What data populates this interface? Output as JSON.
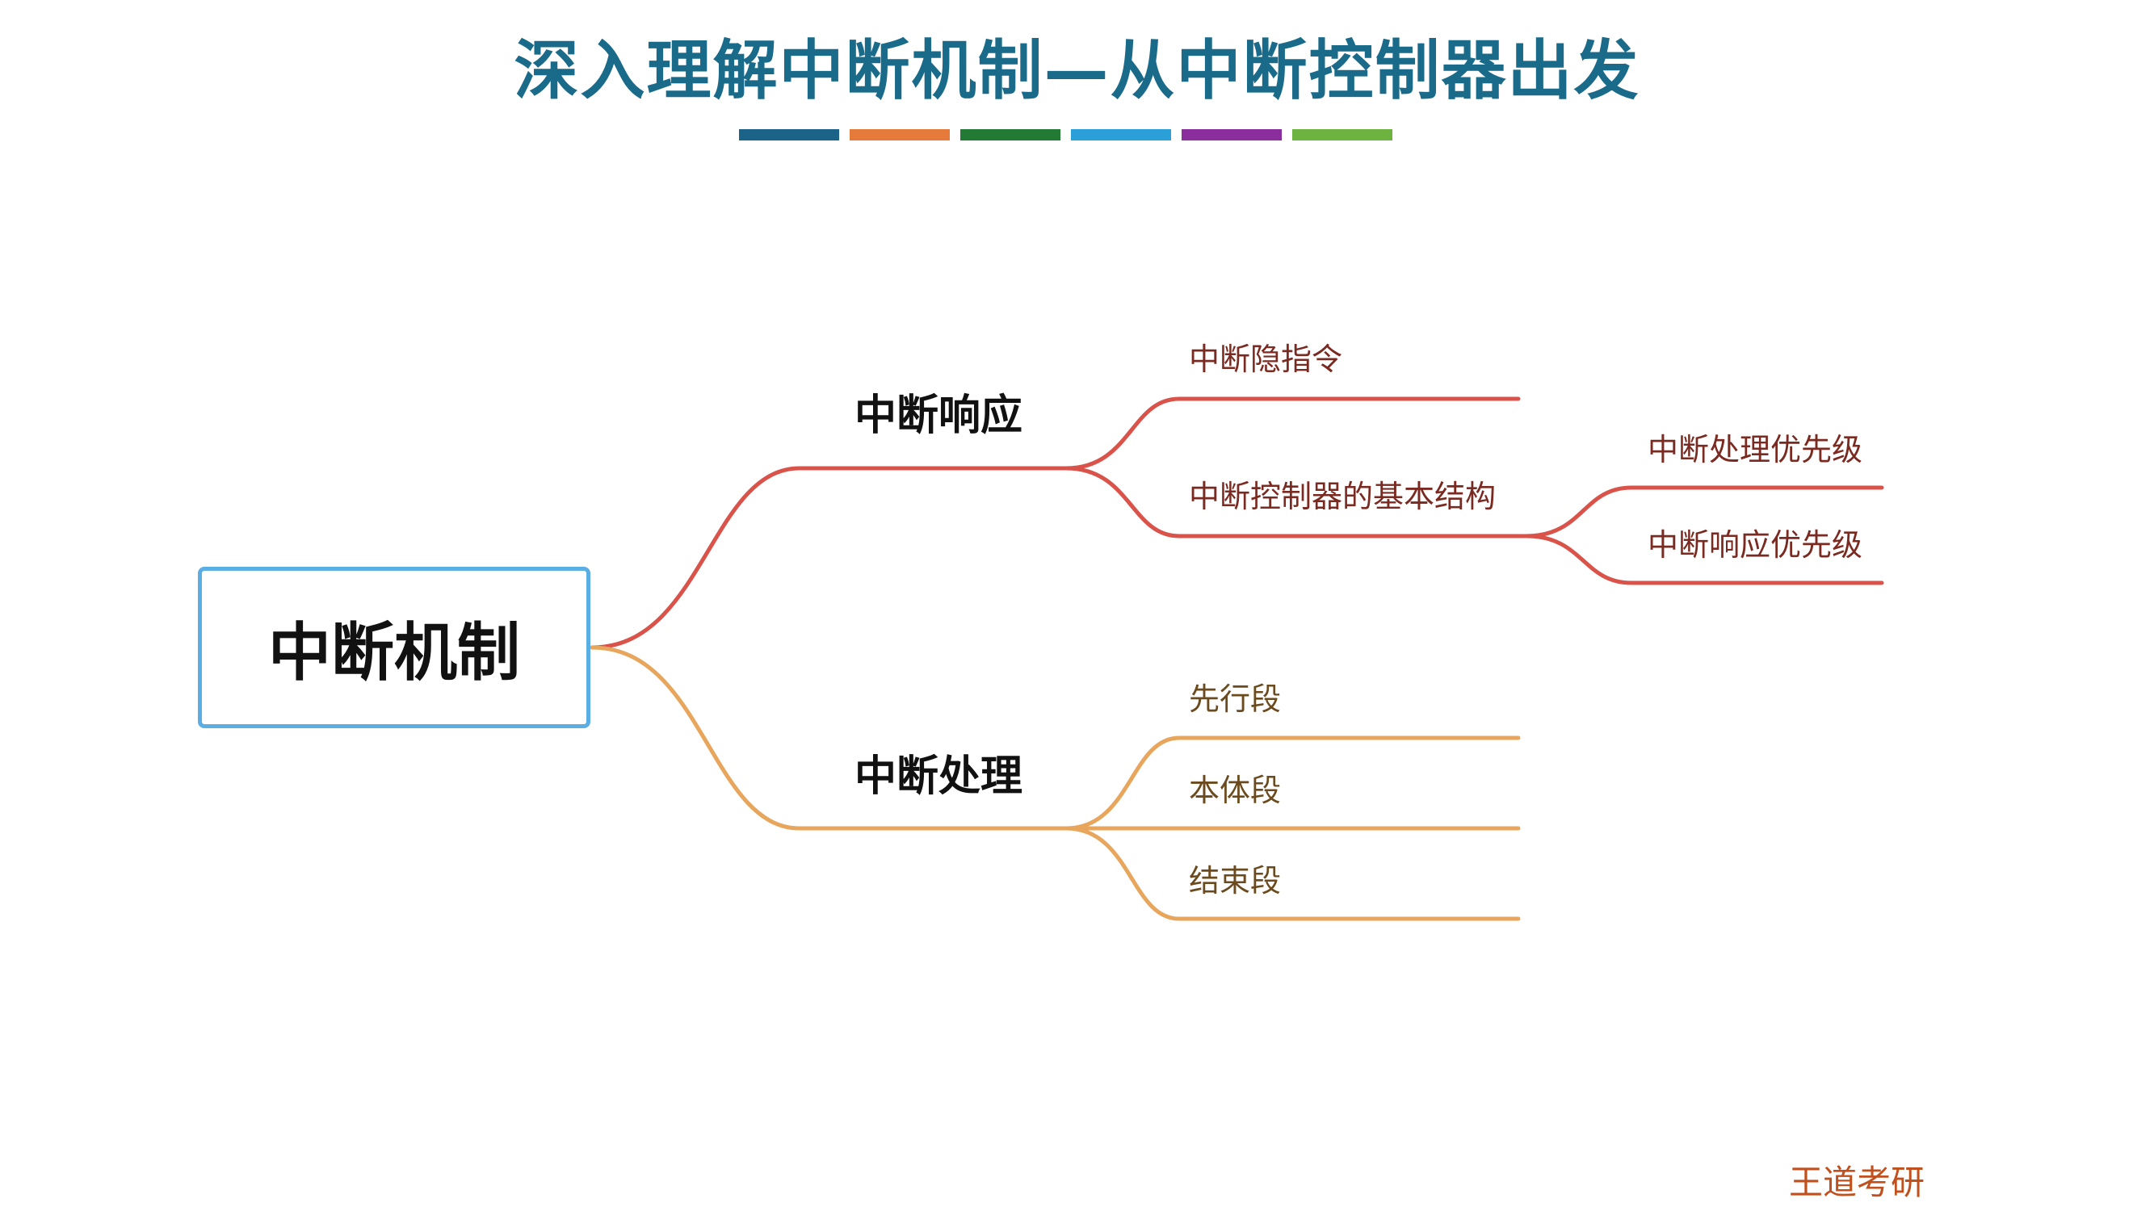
{
  "title": "深入理解中断机制—从中断控制器出发",
  "accent_colors": [
    "#1c6389",
    "#e57a3a",
    "#237a34",
    "#2a9fd8",
    "#8a2e9e",
    "#6cb33f"
  ],
  "mindmap": {
    "root": "中断机制",
    "branches": [
      {
        "label": "中断响应",
        "color": "#d9534a",
        "children": [
          {
            "label": "中断隐指令"
          },
          {
            "label": "中断控制器的基本结构",
            "children": [
              {
                "label": "中断处理优先级"
              },
              {
                "label": "中断响应优先级"
              }
            ]
          }
        ]
      },
      {
        "label": "中断处理",
        "color": "#e8a55c",
        "children": [
          {
            "label": "先行段"
          },
          {
            "label": "本体段"
          },
          {
            "label": "结束段"
          }
        ]
      }
    ]
  },
  "brand": "王道考研"
}
